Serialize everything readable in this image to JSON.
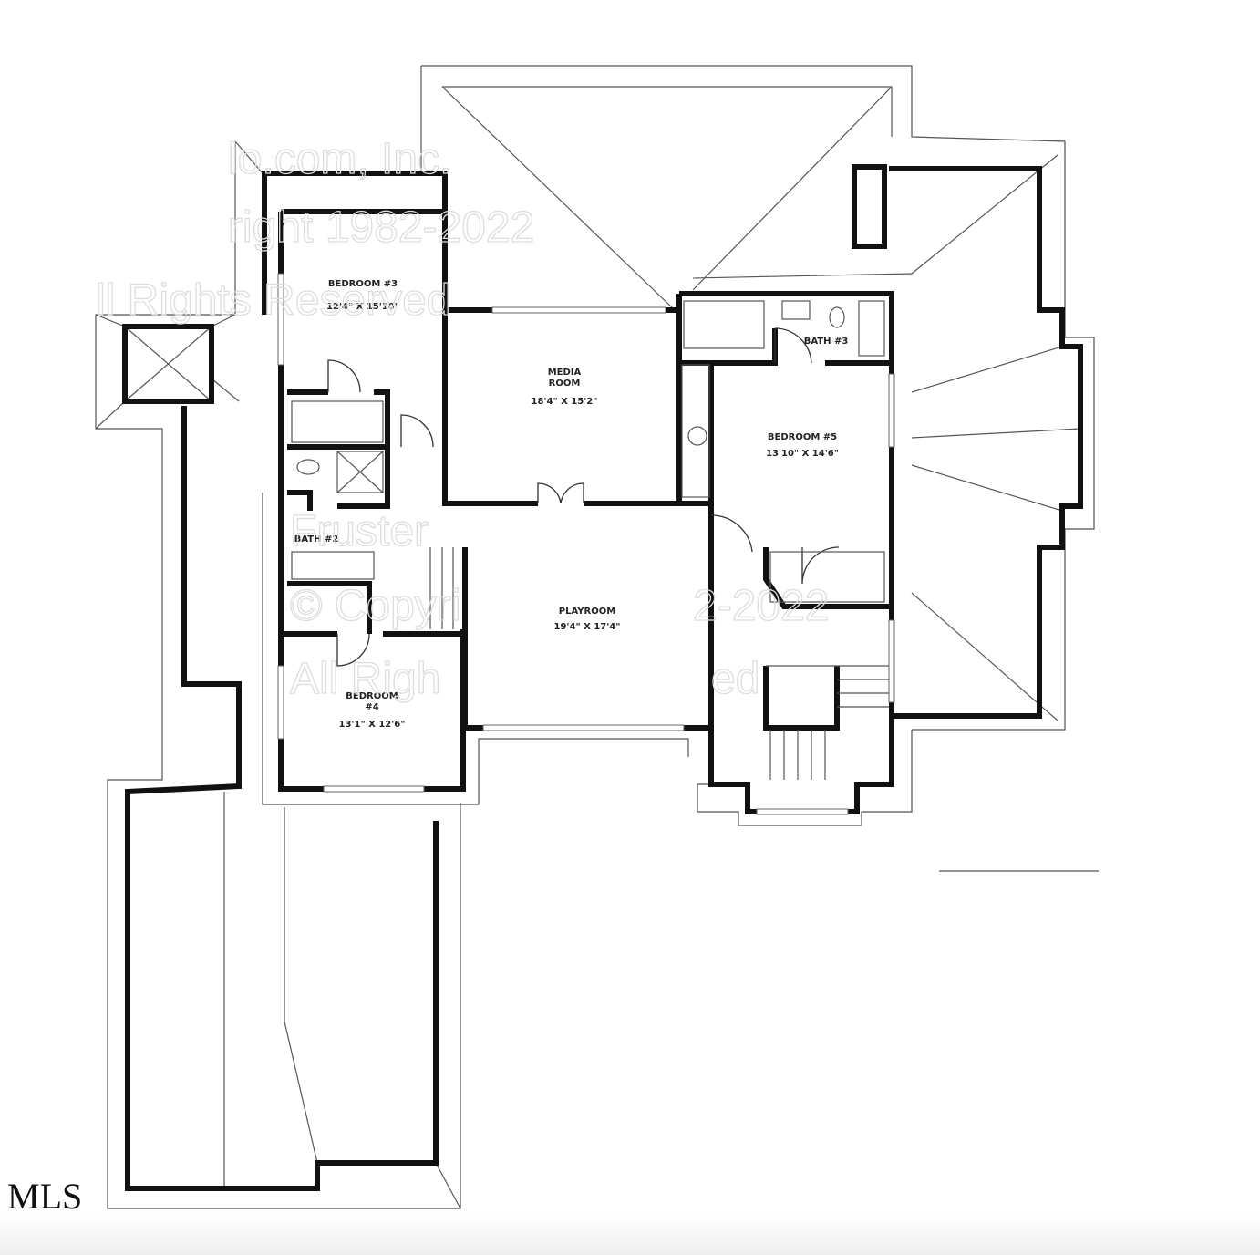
{
  "plan": {
    "rooms": [
      {
        "name": "BEDROOM #3",
        "size": "12'4\" X 15'10\""
      },
      {
        "name": "MEDIA ROOM",
        "size": "18'4\" X 15'2\""
      },
      {
        "name": "BATH #3",
        "size": ""
      },
      {
        "name": "BEDROOM #5",
        "size": "13'10\" X 14'6\""
      },
      {
        "name": "BATH #2",
        "size": ""
      },
      {
        "name": "PLAYROOM",
        "size": "19'4\" X 17'4\""
      },
      {
        "name": "BEDROOM #4",
        "size": "13'1\" X 12'6\""
      }
    ],
    "media_line1": "MEDIA",
    "media_line2": "ROOM",
    "bed4_line1": "BEDROOM",
    "bed4_line2": "#4"
  },
  "watermark": {
    "line1": "lo.com, Inc.",
    "line2": "right 1982-2022",
    "line3": "ll Rights Reserved",
    "line4": "Fruster",
    "line5": "© Copyri",
    "line6": "2-2022",
    "line7": "All Righ",
    "line8": "ed"
  },
  "logo": {
    "text": "MLS"
  }
}
